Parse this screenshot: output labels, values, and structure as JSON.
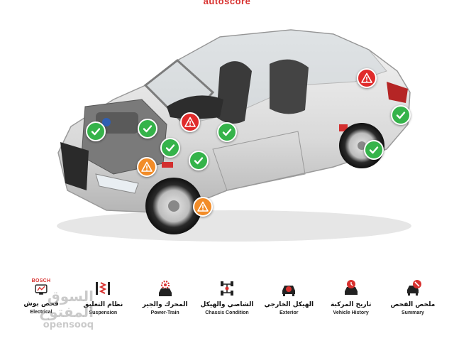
{
  "brand": {
    "partial_text": "autoscore"
  },
  "watermark": {
    "line1": "السوق المفتوح",
    "line2": "opensooq"
  },
  "markers": [
    {
      "status": "alert",
      "icon": "warning-icon"
    },
    {
      "status": "ok",
      "icon": "check-icon"
    },
    {
      "status": "ok",
      "icon": "check-icon"
    },
    {
      "status": "ok",
      "icon": "check-icon"
    },
    {
      "status": "alert",
      "icon": "warning-icon"
    },
    {
      "status": "ok",
      "icon": "check-icon"
    },
    {
      "status": "ok",
      "icon": "check-icon"
    },
    {
      "status": "ok",
      "icon": "check-icon"
    },
    {
      "status": "warn",
      "icon": "warning-icon"
    },
    {
      "status": "ok",
      "icon": "check-icon"
    },
    {
      "status": "warn",
      "icon": "warning-icon"
    }
  ],
  "colors": {
    "ok": "#35b34a",
    "warn": "#f28c28",
    "alert": "#e02b2b",
    "icon_dark": "#222222",
    "icon_red": "#d8312f"
  },
  "categories": [
    {
      "ar": "ملخص الفحص",
      "en": "Summary",
      "icon": "summary-icon"
    },
    {
      "ar": "تاريخ المركبة",
      "en": "Vehicle History",
      "icon": "vehicle-history-icon"
    },
    {
      "ar": "الهيكل الخارجي",
      "en": "Exterior",
      "icon": "exterior-icon"
    },
    {
      "ar": "الشاصي والهيكل",
      "en": "Chassis Condition",
      "icon": "chassis-icon"
    },
    {
      "ar": "المحرك والجير",
      "en": "Power-Train",
      "icon": "powertrain-icon"
    },
    {
      "ar": "نظام التعليق",
      "en": "Suspension",
      "icon": "suspension-icon"
    },
    {
      "ar": "فحص بوش",
      "en": "Electrical",
      "icon": "bosch-icon",
      "badge": "BOSCH"
    }
  ]
}
